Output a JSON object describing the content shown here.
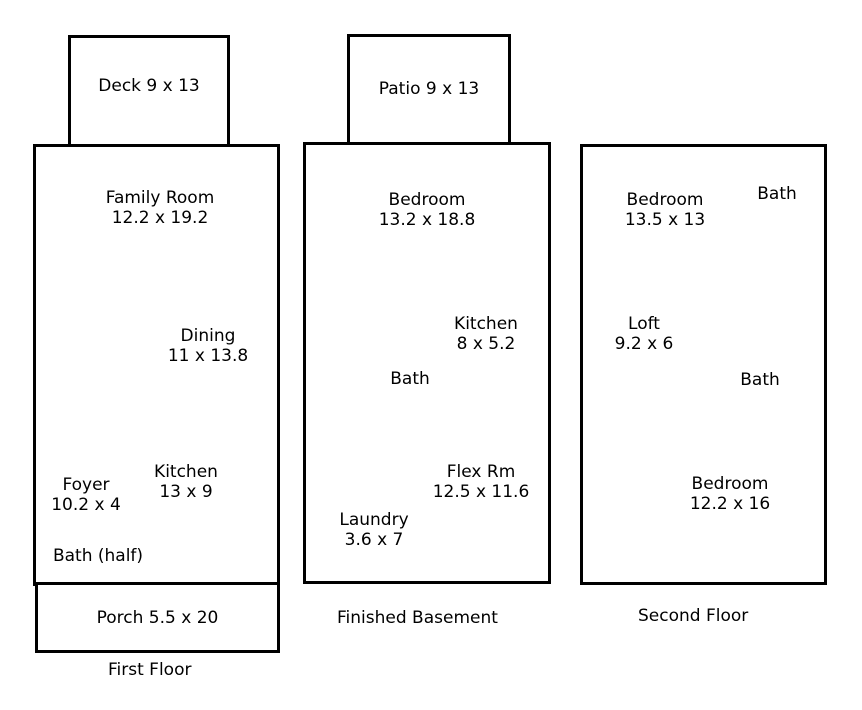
{
  "first_floor": {
    "caption": "First Floor",
    "deck": "Deck 9 x 13",
    "porch": "Porch 5.5 x 20",
    "family_room": {
      "name": "Family Room",
      "size": "12.2 x 19.2"
    },
    "dining": {
      "name": "Dining",
      "size": "11 x 13.8"
    },
    "foyer": {
      "name": "Foyer",
      "size": "10.2 x 4"
    },
    "kitchen": {
      "name": "Kitchen",
      "size": "13 x 9"
    },
    "bath_half": "Bath (half)"
  },
  "basement": {
    "caption": "Finished Basement",
    "patio": "Patio 9 x 13",
    "bedroom": {
      "name": "Bedroom",
      "size": "13.2 x 18.8"
    },
    "kitchen": {
      "name": "Kitchen",
      "size": "8 x 5.2"
    },
    "bath": "Bath",
    "flex": {
      "name": "Flex Rm",
      "size": "12.5 x 11.6"
    },
    "laundry": {
      "name": "Laundry",
      "size": "3.6 x 7"
    }
  },
  "second_floor": {
    "caption": "Second Floor",
    "bedroom_1": {
      "name": "Bedroom",
      "size": "13.5 x 13"
    },
    "bath_1": "Bath",
    "loft": {
      "name": "Loft",
      "size": "9.2 x 6"
    },
    "bath_2": "Bath",
    "bedroom_2": {
      "name": "Bedroom",
      "size": "12.2 x 16"
    }
  }
}
